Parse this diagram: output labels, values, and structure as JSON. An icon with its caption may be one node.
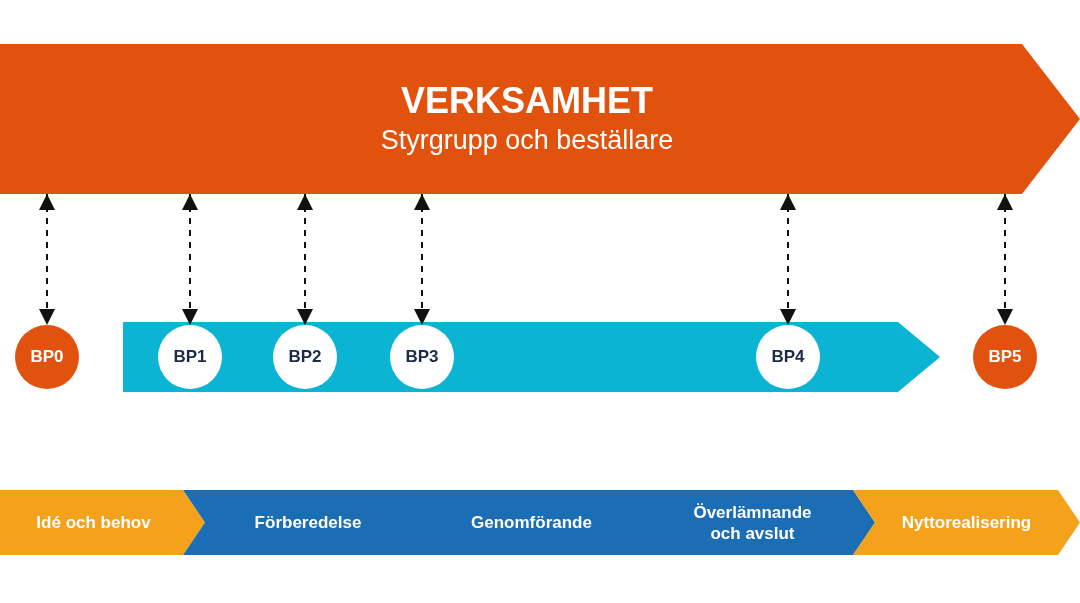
{
  "diagram": {
    "nodes": [
      {
        "text": [
          "VERKSAMHET",
          "Styrgrupp och beställare"
        ]
      },
      {
        "text": [
          "BP0"
        ]
      },
      {
        "text": [],
        "shape": "bar"
      },
      {
        "text": [
          "BP1"
        ],
        "in": 2
      },
      {
        "text": [
          "BP2"
        ],
        "in": 2
      },
      {
        "text": [
          "BP3"
        ],
        "in": 2
      },
      {
        "text": [
          "BP4"
        ],
        "in": 2
      },
      {
        "text": [
          "BP5"
        ]
      },
      {
        "text": [
          "Idé och behov"
        ]
      },
      {
        "text": [
          "Förberedelse"
        ]
      },
      {
        "text": [
          "Genomförande"
        ]
      },
      {
        "text": [
          "Överlämnande och avslut"
        ]
      },
      {
        "text": [
          "Nyttorealisering"
        ]
      }
    ],
    "edges": [
      {
        "from": 0,
        "to": 1,
        "arrow": "both",
        "style": "dashed"
      },
      {
        "from": 0,
        "to": 3,
        "arrow": "both",
        "style": "dashed"
      },
      {
        "from": 0,
        "to": 4,
        "arrow": "both",
        "style": "dashed"
      },
      {
        "from": 0,
        "to": 5,
        "arrow": "both",
        "style": "dashed"
      },
      {
        "from": 0,
        "to": 6,
        "arrow": "both",
        "style": "dashed"
      },
      {
        "from": 0,
        "to": 7,
        "arrow": "both",
        "style": "dashed"
      }
    ]
  }
}
